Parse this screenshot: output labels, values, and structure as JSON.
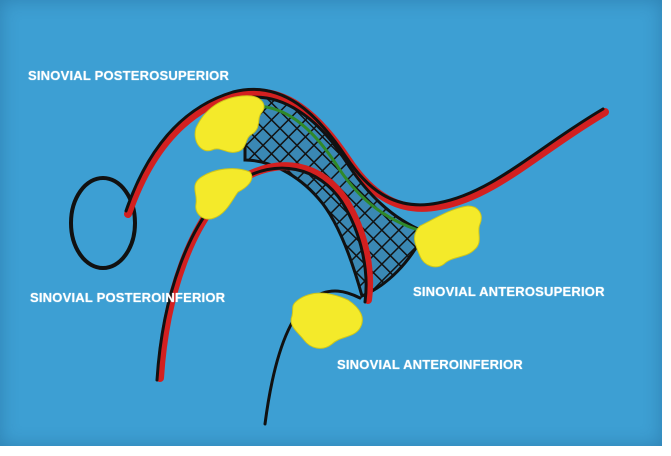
{
  "labels": {
    "posterosuperior": "SINOVIAL POSTEROSUPERIOR",
    "posteroinferior": "SINOVIAL POSTEROINFERIOR",
    "anterosuperior": "SINOVIAL ANTEROSUPERIOR",
    "anteroinferior": "SINOVIAL ANTEROINFERIOR"
  },
  "colors": {
    "background": "#3d9fd3",
    "outline": "#111111",
    "red_layer": "#d32020",
    "synovial": "#f4ea2a",
    "mesh": "#1a1a1a",
    "green_layer": "#2f8a2a"
  }
}
